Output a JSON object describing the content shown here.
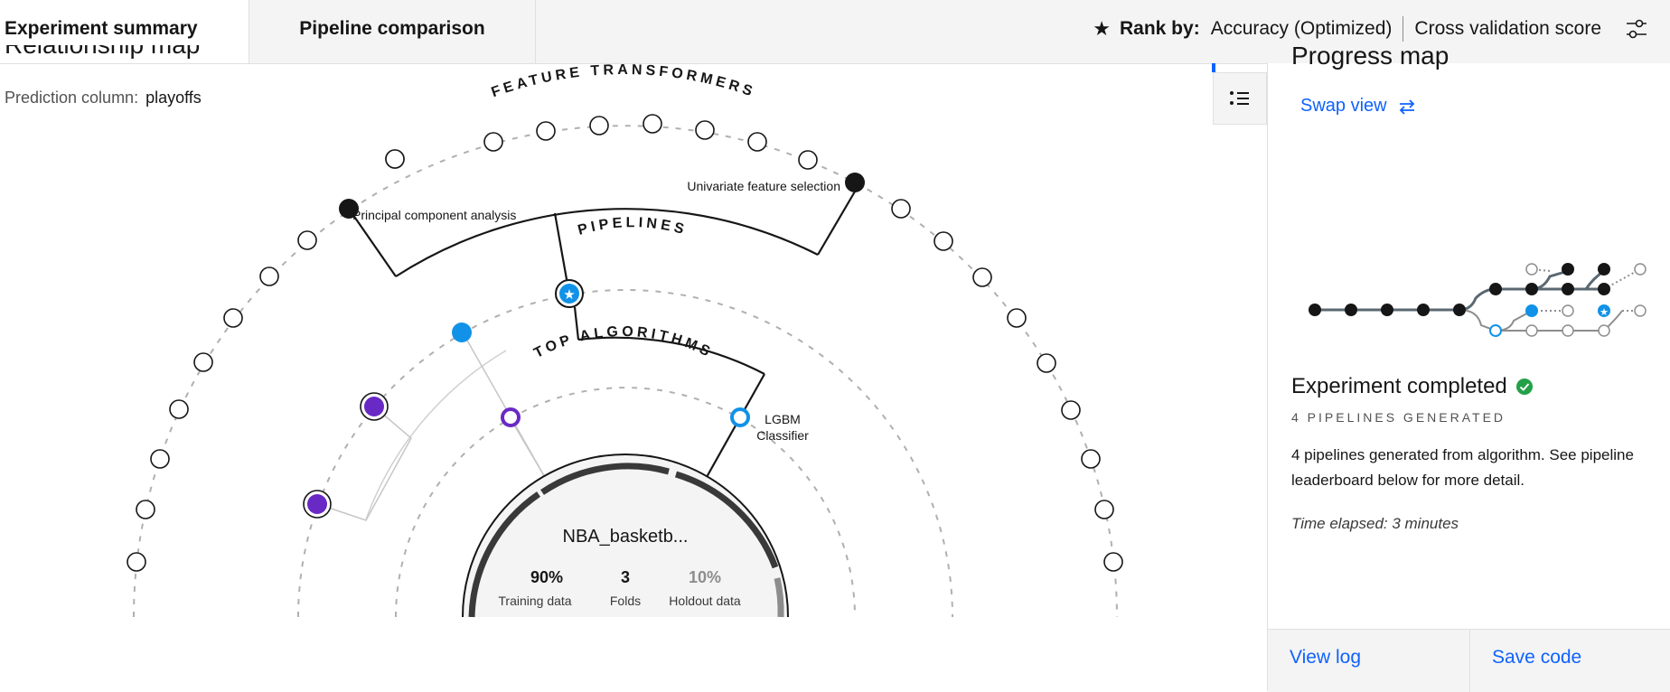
{
  "tabs": {
    "summary": "Experiment summary",
    "comparison": "Pipeline comparison"
  },
  "rank": {
    "label": "Rank by:",
    "metric": "Accuracy (Optimized)",
    "score": "Cross validation score",
    "icon": "star-icon",
    "settings_icon": "sliders-icon"
  },
  "relationship_map": {
    "title": "Relationship map",
    "prediction_label": "Prediction column:",
    "prediction_value": "playoffs",
    "ring_labels": {
      "feature_transformers": "FEATURE TRANSFORMERS",
      "pipelines": "PIPELINES",
      "top_algorithms": "TOP ALGORITHMS"
    },
    "node_labels": {
      "pca": "Principal component analysis",
      "univariate": "Univariate feature selection",
      "lgbm_line1": "LGBM",
      "lgbm_line2": "Classifier"
    },
    "dataset": {
      "name": "NBA_basketb...",
      "training_value": "90%",
      "training_label": "Training data",
      "folds_value": "3",
      "folds_label": "Folds",
      "holdout_value": "10%",
      "holdout_label": "Holdout data"
    }
  },
  "progress_map": {
    "title": "Progress map",
    "swap_label": "Swap view",
    "swap_icon": "arrows-swap-icon"
  },
  "status": {
    "title": "Experiment completed",
    "subtitle": "4 PIPELINES GENERATED",
    "description": "4 pipelines generated from algorithm. See pipeline leaderboard below for more detail.",
    "elapsed": "Time elapsed: 3 minutes"
  },
  "actions": {
    "view_log": "View log",
    "save_code": "Save code"
  },
  "colors": {
    "accent_blue": "#0f62fe",
    "node_blue": "#1192e8",
    "node_purple": "#6929c4",
    "success_green": "#24a148"
  }
}
